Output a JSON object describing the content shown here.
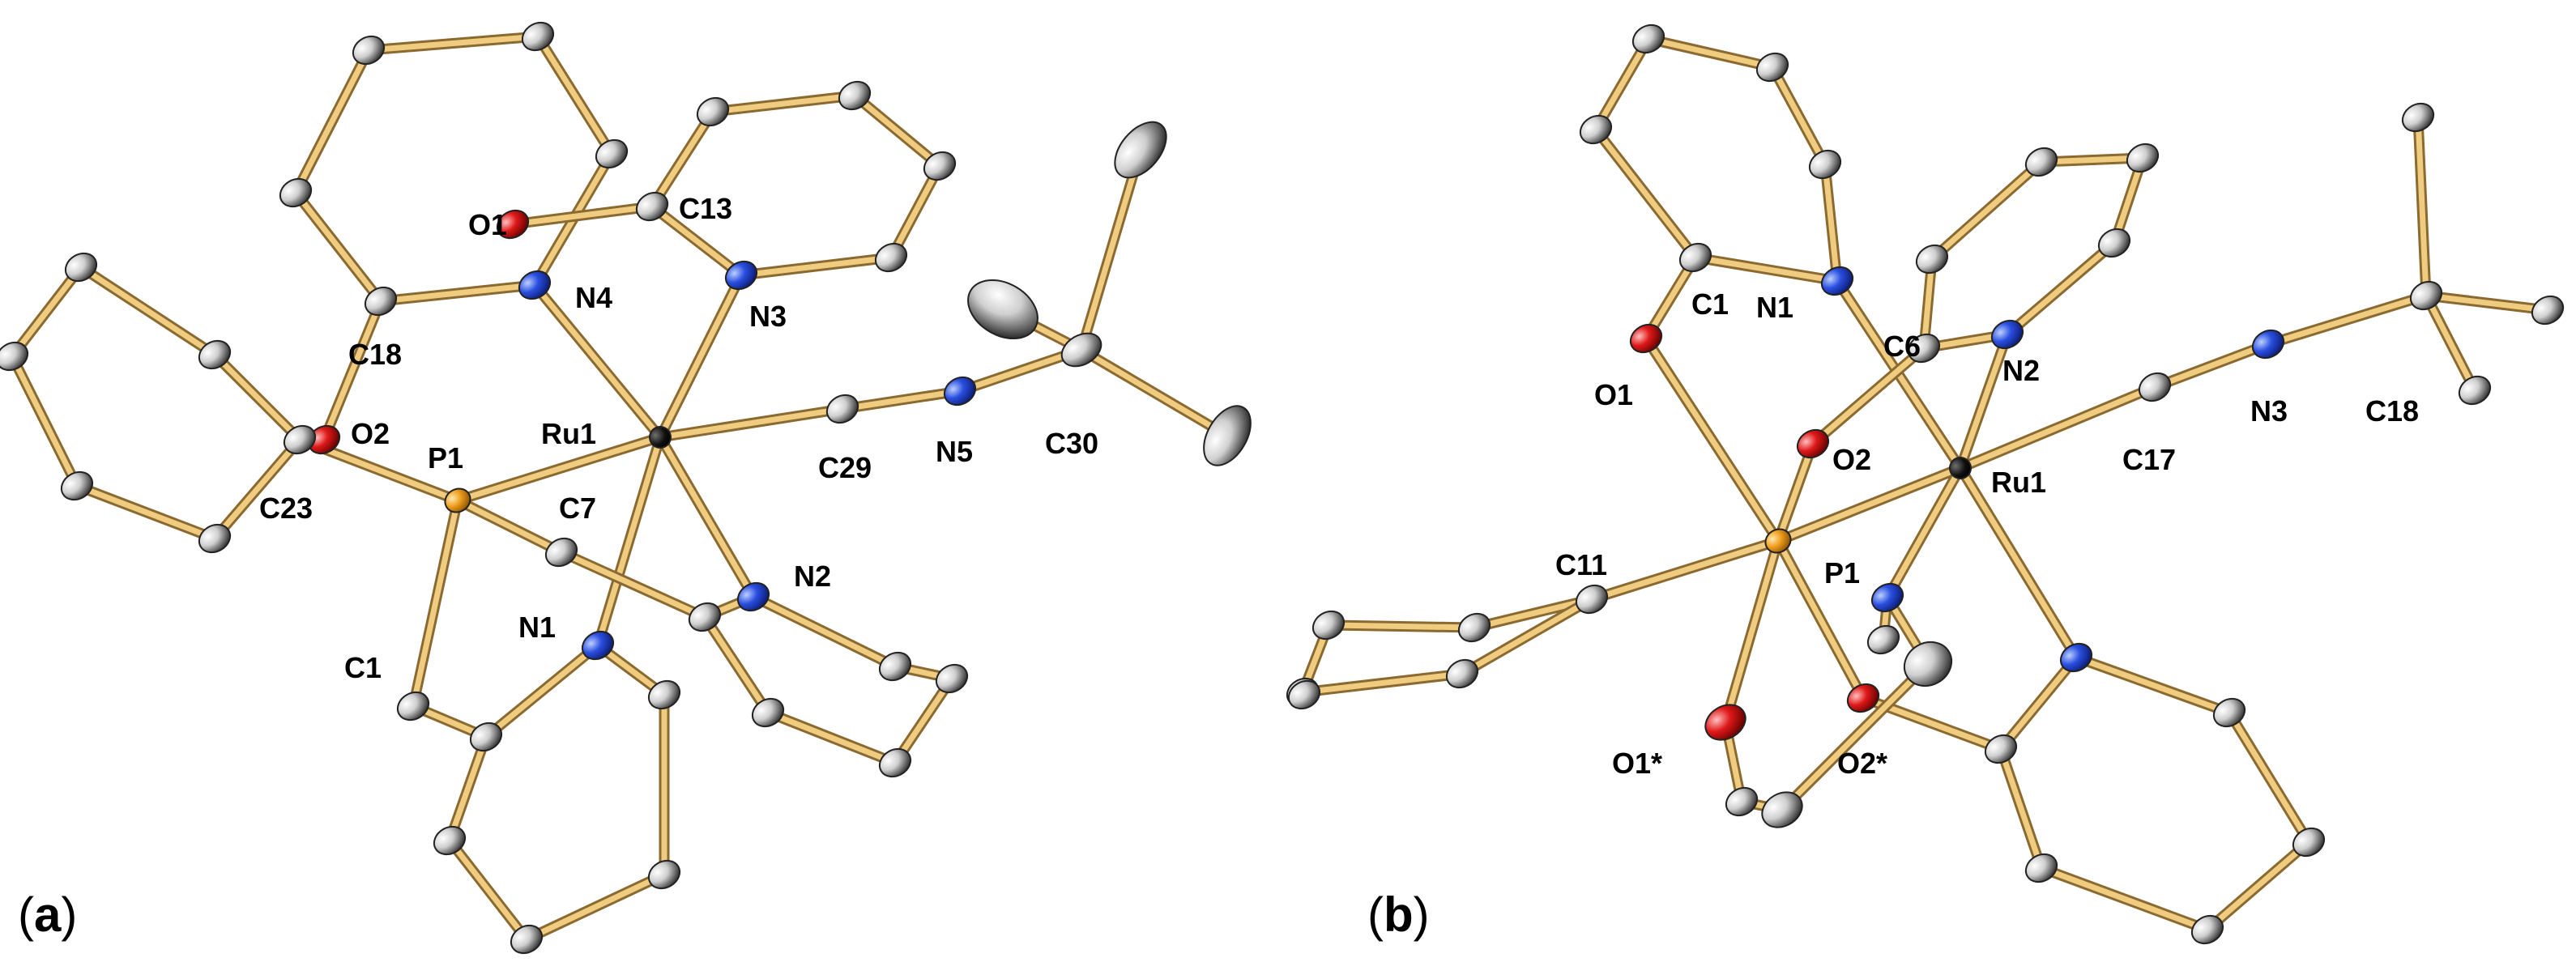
{
  "panels": [
    {
      "id": "a",
      "label_open": "(",
      "label_letter": "a",
      "label_close": ")",
      "labels": [
        "O1",
        "C13",
        "N4",
        "N3",
        "C18",
        "O2",
        "P1",
        "Ru1",
        "C29",
        "N5",
        "C30",
        "C23",
        "C7",
        "N2",
        "C1",
        "N1"
      ]
    },
    {
      "id": "b",
      "label_open": "(",
      "label_letter": "b",
      "label_close": ")",
      "labels": [
        "C1",
        "N1",
        "O1",
        "C6",
        "N2",
        "O2",
        "Ru1",
        "C17",
        "N3",
        "C18",
        "C11",
        "P1",
        "O1*",
        "O2*"
      ]
    }
  ],
  "colors": {
    "bond": "#c89a4c",
    "bond_edge": "#8a6a30",
    "carbon": "#d2d2d2",
    "carbon_dark": "#3a3a3a",
    "nitrogen": "#1f3fd6",
    "oxygen": "#e01010",
    "phosphorus": "#f0a020",
    "ruthenium": "#111111"
  }
}
